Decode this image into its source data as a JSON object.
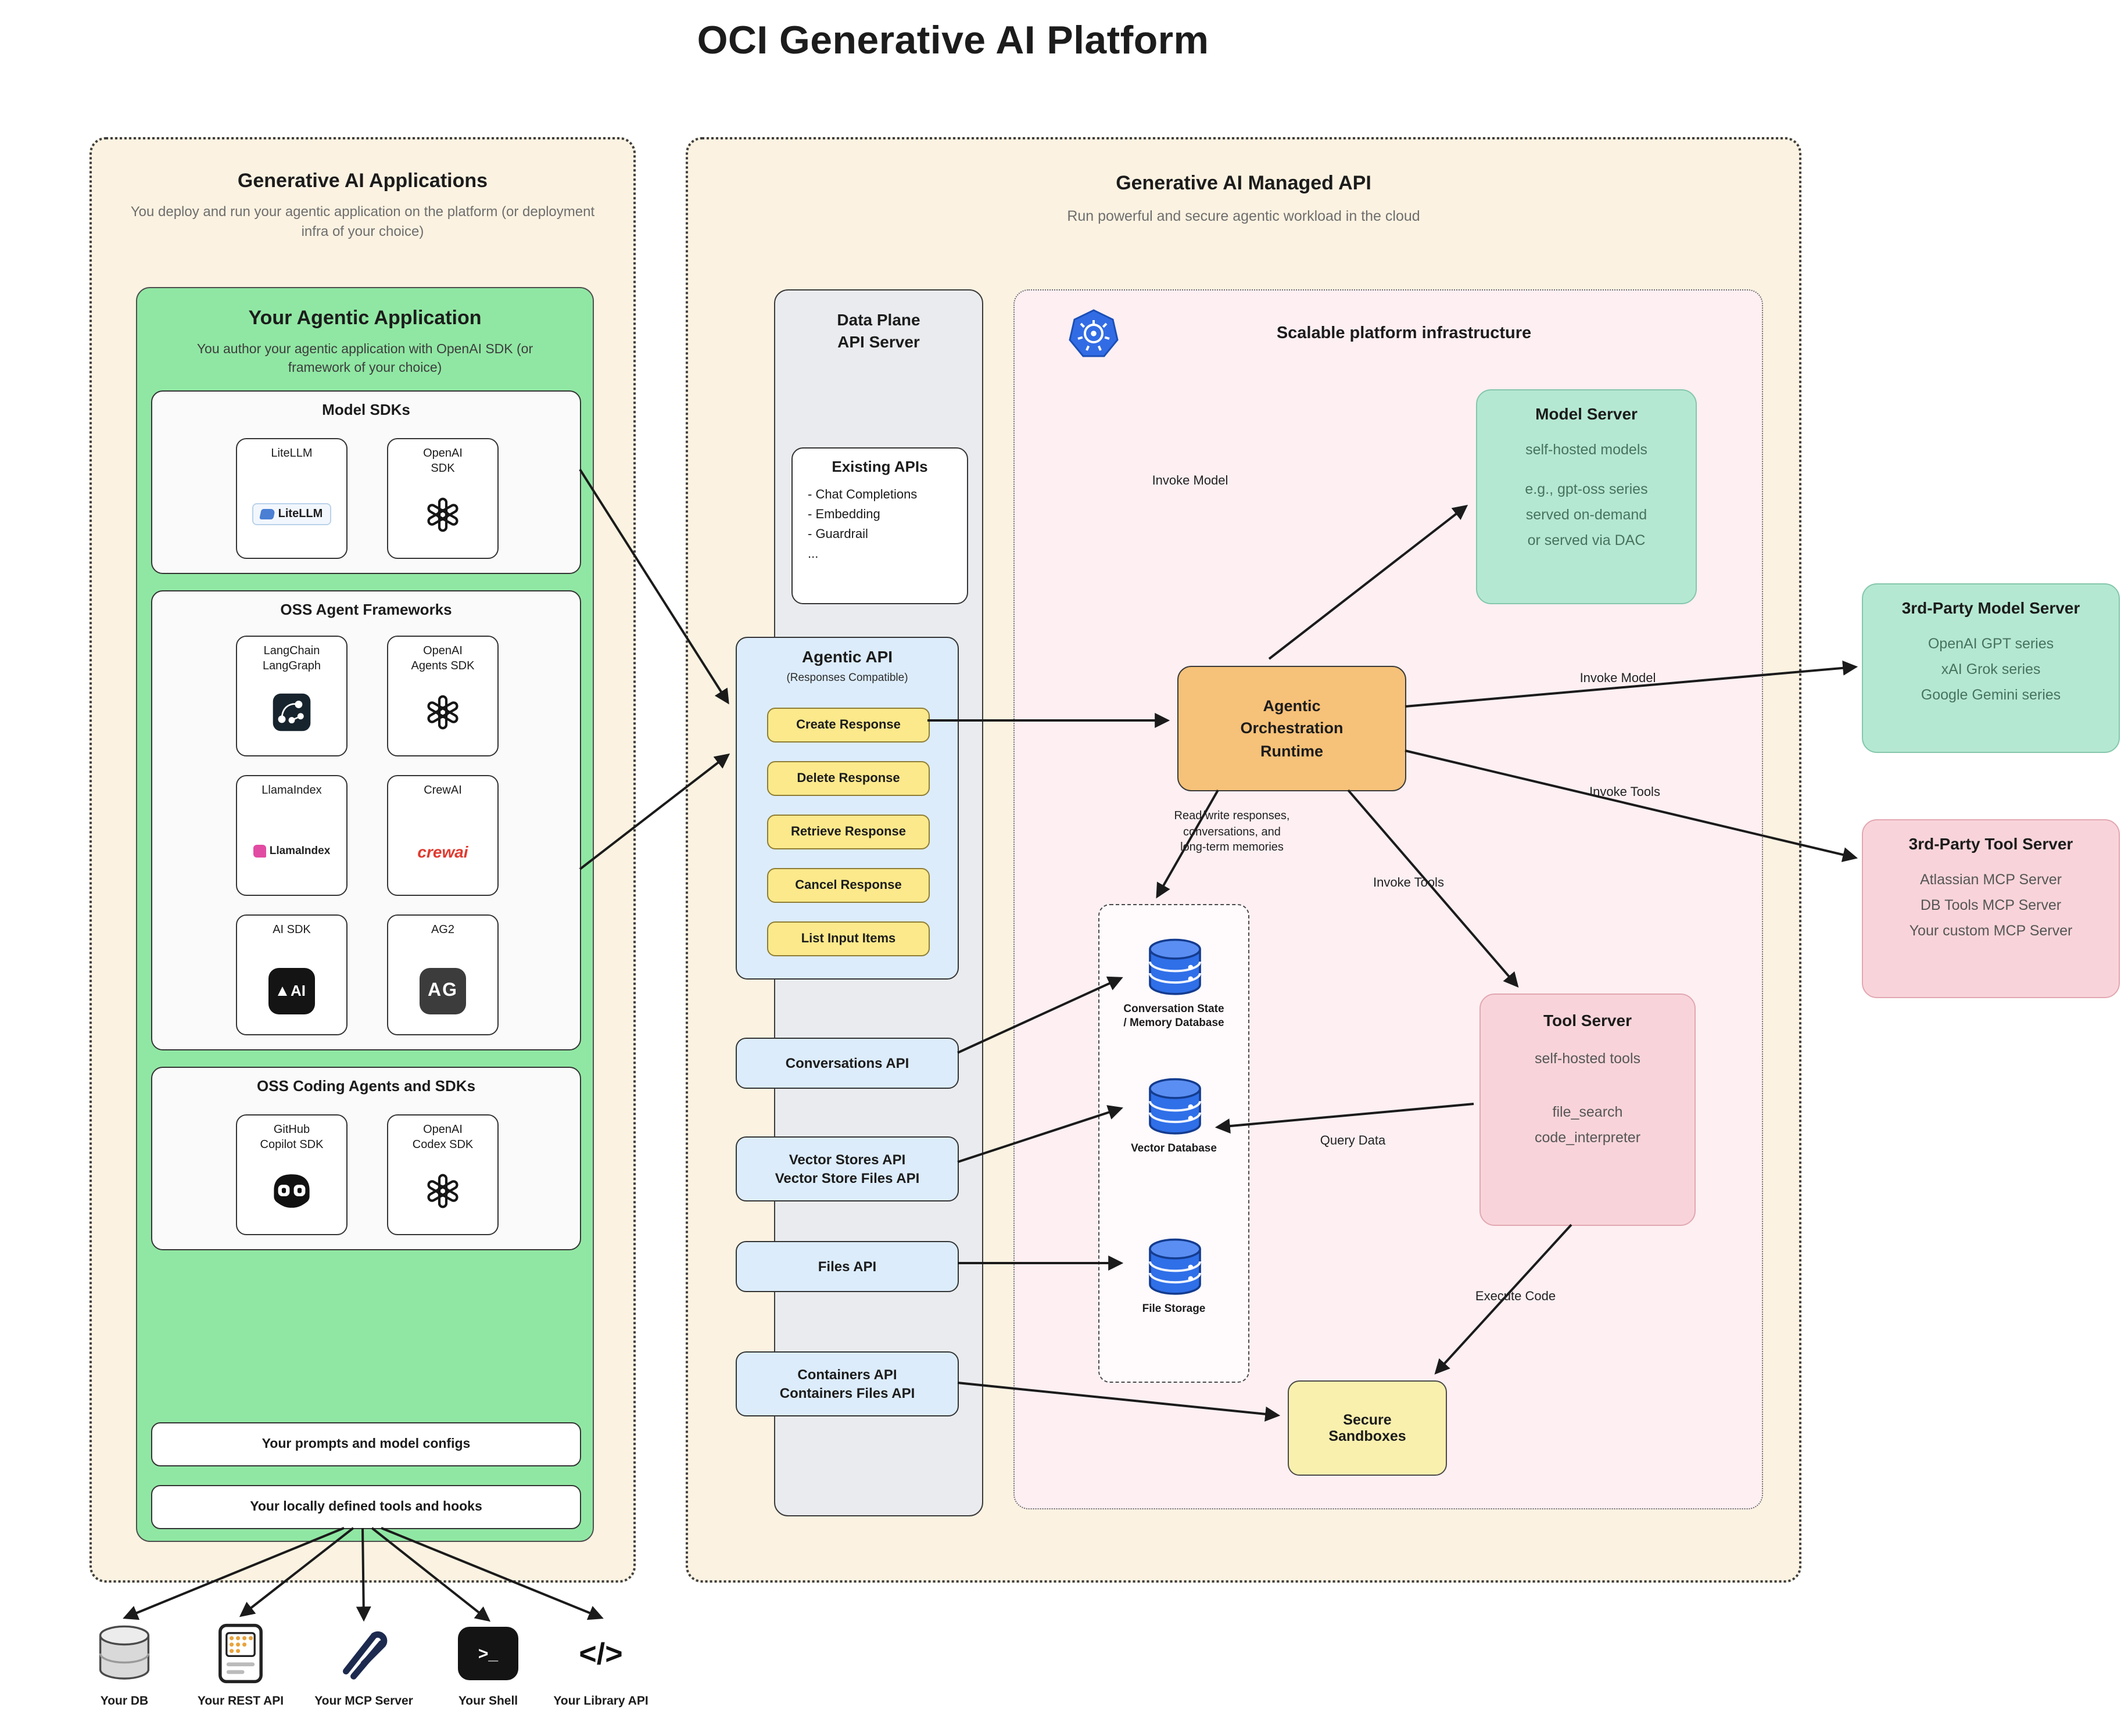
{
  "title": "OCI Generative AI Platform",
  "colors": {
    "app_bg": "#fcf2e1",
    "agentic_green": "#90e7a3",
    "api_blue": "#dcecfb",
    "action_yellow": "#fce98b",
    "runtime_orange": "#f6c178",
    "server_mint": "#b5e8d2",
    "tool_pink": "#f8d4da",
    "sandbox_yellow": "#f9f0ae",
    "infra_pink": "#fdeff2",
    "db_blue": "#2f6fe8"
  },
  "apps": {
    "title": "Generative AI Applications",
    "subtitle": "You deploy and run your agentic application on the platform (or deployment infra of your choice)",
    "agentic_app": {
      "title": "Your Agentic Application",
      "subtitle": "You author your agentic application with OpenAI SDK (or framework of your choice)",
      "model_sdks": {
        "title": "Model SDKs",
        "tiles": [
          {
            "label": [
              "LiteLLM"
            ],
            "wordmark": "LiteLLM"
          },
          {
            "label": [
              "OpenAI",
              "SDK"
            ]
          }
        ]
      },
      "oss_frameworks": {
        "title": "OSS Agent Frameworks",
        "tiles": [
          {
            "label": [
              "LangChain",
              "LangGraph"
            ]
          },
          {
            "label": [
              "OpenAI",
              "Agents SDK"
            ]
          },
          {
            "label": [
              "LlamaIndex"
            ],
            "wordmark": "LlamaIndex"
          },
          {
            "label": [
              "CrewAI"
            ],
            "wordmark": "crewai"
          },
          {
            "label": [
              "AI SDK"
            ],
            "wordmark": "AI"
          },
          {
            "label": [
              "AG2"
            ],
            "wordmark": "AG"
          }
        ]
      },
      "coding": {
        "title": "OSS Coding Agents and SDKs",
        "tiles": [
          {
            "label": [
              "GitHub",
              "Copilot SDK"
            ]
          },
          {
            "label": [
              "OpenAI",
              "Codex SDK"
            ]
          }
        ]
      },
      "prompts_pill": "Your prompts and model configs",
      "tools_pill": "Your locally defined tools and hooks"
    }
  },
  "local_resources": [
    {
      "label": "Your DB",
      "icon": "database-icon"
    },
    {
      "label": "Your REST API",
      "icon": "rest-api-icon"
    },
    {
      "label": "Your MCP Server",
      "icon": "mcp-icon"
    },
    {
      "label": "Your Shell",
      "icon": "shell-icon",
      "glyph": ">_"
    },
    {
      "label": "Your Library API",
      "icon": "code-icon",
      "glyph": "</>"
    }
  ],
  "managed": {
    "title": "Generative AI Managed API",
    "subtitle": "Run powerful and secure agentic workload in the cloud",
    "data_plane": {
      "title": [
        "Data Plane",
        "API Server"
      ],
      "existing_apis": {
        "title": "Existing APIs",
        "items": [
          "- Chat Completions",
          "- Embedding",
          "- Guardrail",
          "..."
        ]
      },
      "agentic_api": {
        "title": "Agentic API",
        "subtitle": "(Responses Compatible)",
        "buttons": [
          "Create Response",
          "Delete Response",
          "Retrieve Response",
          "Cancel Response",
          "List Input Items"
        ]
      },
      "pills": [
        [
          "Conversations API"
        ],
        [
          "Vector Stores API",
          "Vector Store Files API"
        ],
        [
          "Files API"
        ],
        [
          "Containers API",
          "Containers Files API"
        ]
      ]
    },
    "infra": {
      "title": "Scalable platform infrastructure",
      "model_server": {
        "title": "Model Server",
        "lines": [
          "self-hosted models",
          "e.g., gpt-oss series",
          "served on-demand",
          "or served via DAC"
        ]
      },
      "runtime": {
        "lines": [
          "Agentic",
          "Orchestration",
          "Runtime"
        ]
      },
      "storage": {
        "items": [
          {
            "lines": [
              "Conversation State",
              "/ Memory Database"
            ]
          },
          {
            "lines": [
              "Vector Database"
            ]
          },
          {
            "lines": [
              "File Storage"
            ]
          }
        ]
      },
      "tool_server": {
        "title": "Tool Server",
        "lines": [
          "self-hosted tools",
          "file_search",
          "code_interpreter"
        ]
      },
      "sandboxes": {
        "lines": [
          "Secure",
          "Sandboxes"
        ]
      }
    }
  },
  "third_party_model_server": {
    "title": "3rd-Party Model Server",
    "lines": [
      "OpenAI GPT series",
      "xAI Grok series",
      "Google Gemini series"
    ]
  },
  "third_party_tool_server": {
    "title": "3rd-Party Tool Server",
    "lines": [
      "Atlassian MCP Server",
      "DB Tools MCP Server",
      "Your custom MCP Server"
    ]
  },
  "arrow_labels": {
    "invoke_model_self": "Invoke Model",
    "invoke_model_3p": "Invoke Model",
    "invoke_tools_3p": "Invoke Tools",
    "invoke_tools_self": "Invoke Tools",
    "read_write": [
      "Read/write responses,",
      "conversations, and",
      "long-term memories"
    ],
    "query_data": "Query Data",
    "execute_code": "Execute Code"
  }
}
